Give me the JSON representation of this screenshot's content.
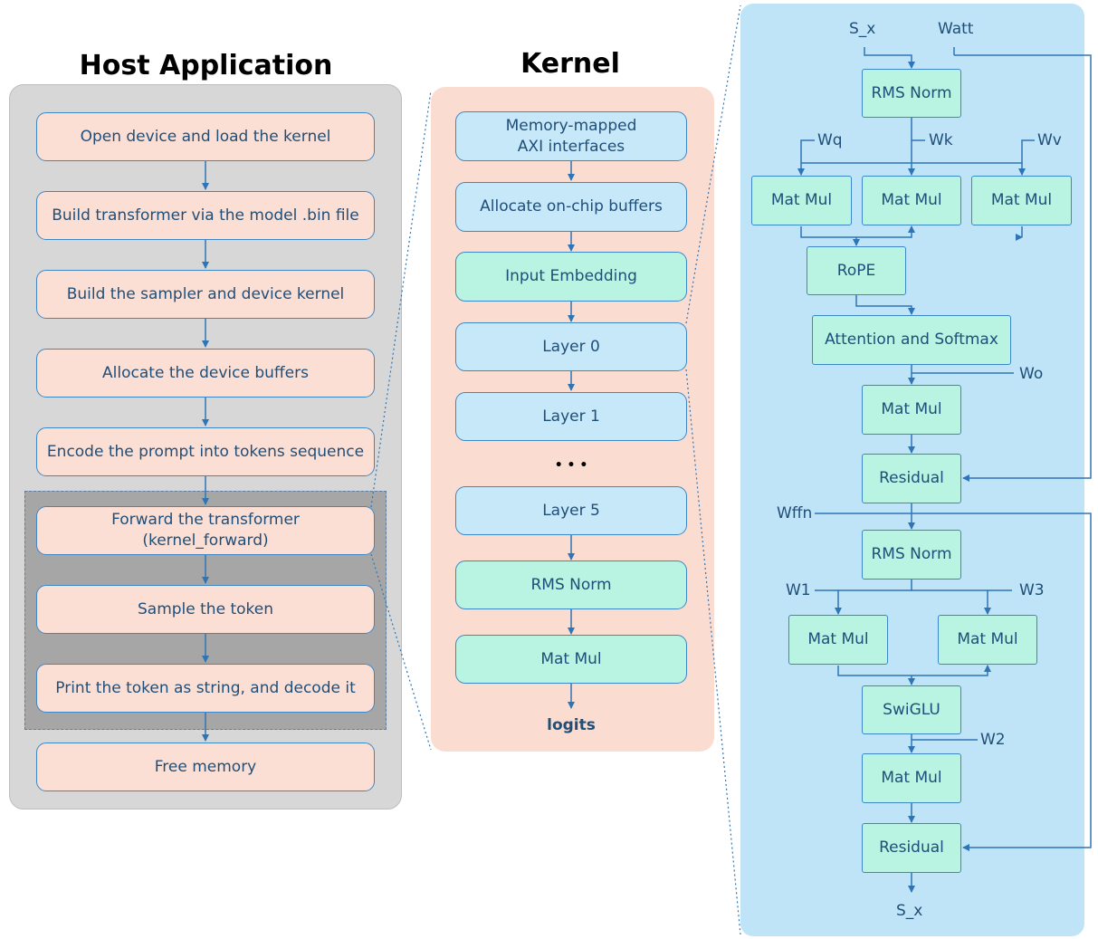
{
  "host": {
    "title": "Host Application",
    "steps": [
      "Open device and load the kernel",
      "Build transformer via the model .bin file",
      "Build the sampler and device kernel",
      "Allocate the device buffers",
      "Encode the prompt into tokens sequence",
      "Forward the transformer\n(kernel_forward)",
      "Sample the token",
      "Print the token as string, and decode it",
      "Free memory"
    ]
  },
  "kernel": {
    "title": "Kernel",
    "blocks": [
      "Memory-mapped\nAXI interfaces",
      "Allocate on-chip buffers",
      "Input Embedding",
      "Layer 0",
      "Layer 1",
      "Layer 5",
      "RMS Norm",
      "Mat Mul"
    ],
    "ellipsis": "• • •",
    "output": "logits"
  },
  "layer": {
    "input": "S_x",
    "w_att": "Watt",
    "rms_norm_1": "RMS Norm",
    "w_q": "Wq",
    "w_k": "Wk",
    "w_v": "Wv",
    "matmul_q": "Mat Mul",
    "matmul_k": "Mat Mul",
    "matmul_v": "Mat Mul",
    "rope": "RoPE",
    "attention": "Attention and Softmax",
    "w_o": "Wo",
    "matmul_o": "Mat Mul",
    "residual_1": "Residual",
    "w_ffn": "Wffn",
    "rms_norm_2": "RMS Norm",
    "w_1": "W1",
    "w_3": "W3",
    "matmul_1": "Mat Mul",
    "matmul_3": "Mat Mul",
    "swiglu": "SwiGLU",
    "w_2": "W2",
    "matmul_2": "Mat Mul",
    "residual_2": "Residual",
    "output": "S_x"
  },
  "colors": {
    "arrow": "#2e75b6",
    "box_border": "#3d87c7",
    "text": "#1f4e79"
  }
}
